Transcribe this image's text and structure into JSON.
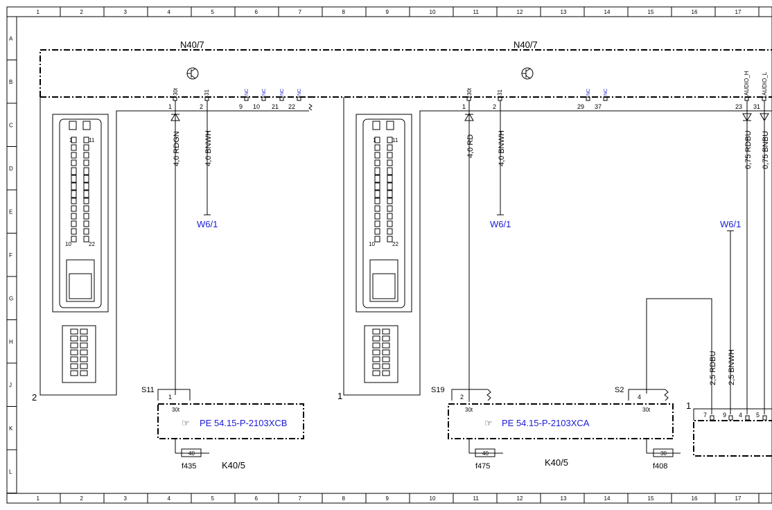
{
  "columns": [
    "1",
    "2",
    "3",
    "4",
    "5",
    "6",
    "7",
    "8",
    "9",
    "10",
    "11",
    "12",
    "13",
    "14",
    "15",
    "16",
    "17"
  ],
  "rows": [
    "A",
    "B",
    "C",
    "D",
    "E",
    "F",
    "G",
    "H",
    "J",
    "K",
    "L"
  ],
  "modules": [
    {
      "label": "N40/7",
      "pins": [
        "1",
        "2",
        "9",
        "10",
        "21",
        "22"
      ],
      "pin_funcs": [
        "30t",
        "31"
      ],
      "nc": [
        "NC",
        "NC",
        "NC",
        "NC"
      ],
      "side": "2"
    },
    {
      "label": "N40/7",
      "pins": [
        "1",
        "2",
        "29",
        "37",
        "23",
        "31"
      ],
      "pin_funcs": [
        "30t",
        "31",
        "AUDIO_H",
        "AUDIO_L"
      ],
      "nc": [
        "NC",
        "NC"
      ],
      "side": "1"
    }
  ],
  "connector_pins": {
    "p1": "1",
    "p11": "11",
    "p10": "10",
    "p22": "22"
  },
  "wires": [
    {
      "label": "4,0 RDGN"
    },
    {
      "label": "4,0 BNWH"
    },
    {
      "label": "4,0 RD"
    },
    {
      "label": "4,0 BNWH"
    },
    {
      "label": "0,75 RDBU"
    },
    {
      "label": "0,75 BNBU"
    },
    {
      "label": "2,5 RDBU"
    },
    {
      "label": "2,5 BNWH"
    }
  ],
  "grounds": [
    "W6/1",
    "W6/1",
    "W6/1"
  ],
  "splices": [
    {
      "label": "S11",
      "pin": "1",
      "func": "30t"
    },
    {
      "label": "S19",
      "pin": "2",
      "func": "30t"
    },
    {
      "label": "S2",
      "pin": "4",
      "func": "30t"
    }
  ],
  "references": [
    "PE 54.15-P-2103XCB",
    "PE 54.15-P-2103XCA"
  ],
  "fuses": [
    {
      "label": "f435",
      "value": "40"
    },
    {
      "label": "f475",
      "value": "40"
    },
    {
      "label": "f408",
      "value": "30"
    }
  ],
  "k_labels": [
    "K40/5",
    "K40/5"
  ],
  "right_connector": {
    "label": "1",
    "pins": [
      "7",
      "9",
      "4",
      "5"
    ]
  }
}
